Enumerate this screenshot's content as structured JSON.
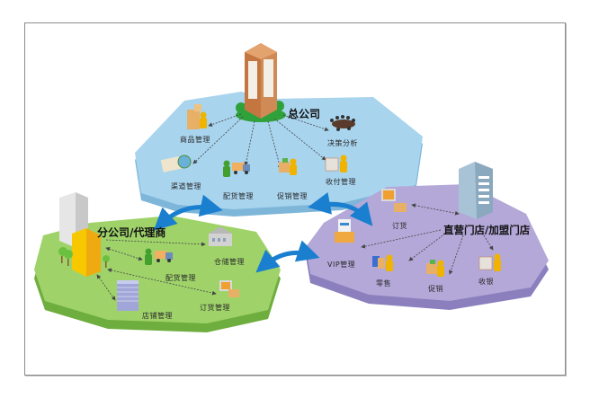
{
  "diagram": {
    "headquarters": {
      "title": "总公司",
      "color": "#a8d4ee",
      "items": [
        {
          "label": "商品管理",
          "icon": "boxes-person-icon"
        },
        {
          "label": "渠道管理",
          "icon": "newspaper-globe-icon"
        },
        {
          "label": "配货管理",
          "icon": "delivery-truck-icon"
        },
        {
          "label": "促销管理",
          "icon": "gift-box-person-icon"
        },
        {
          "label": "收付管理",
          "icon": "cash-person-icon"
        },
        {
          "label": "决策分析",
          "icon": "meeting-table-icon"
        }
      ]
    },
    "branch": {
      "title": "分公司/代理商",
      "color": "#9fd36a",
      "items": [
        {
          "label": "仓储管理",
          "icon": "warehouse-icon"
        },
        {
          "label": "配货管理",
          "icon": "delivery-truck-icon"
        },
        {
          "label": "订货管理",
          "icon": "computer-boxes-icon"
        },
        {
          "label": "店铺管理",
          "icon": "office-building-icon"
        }
      ]
    },
    "stores": {
      "title": "直营门店/加盟门店",
      "color": "#b3a8d8",
      "items": [
        {
          "label": "订货",
          "icon": "computer-boxes-icon"
        },
        {
          "label": "VIP管理",
          "icon": "card-file-box-icon"
        },
        {
          "label": "零售",
          "icon": "shopping-bags-person-icon"
        },
        {
          "label": "促销",
          "icon": "gift-box-person-icon"
        },
        {
          "label": "收银",
          "icon": "cash-person-icon"
        }
      ]
    },
    "connector_color": "#1a7fcf"
  }
}
